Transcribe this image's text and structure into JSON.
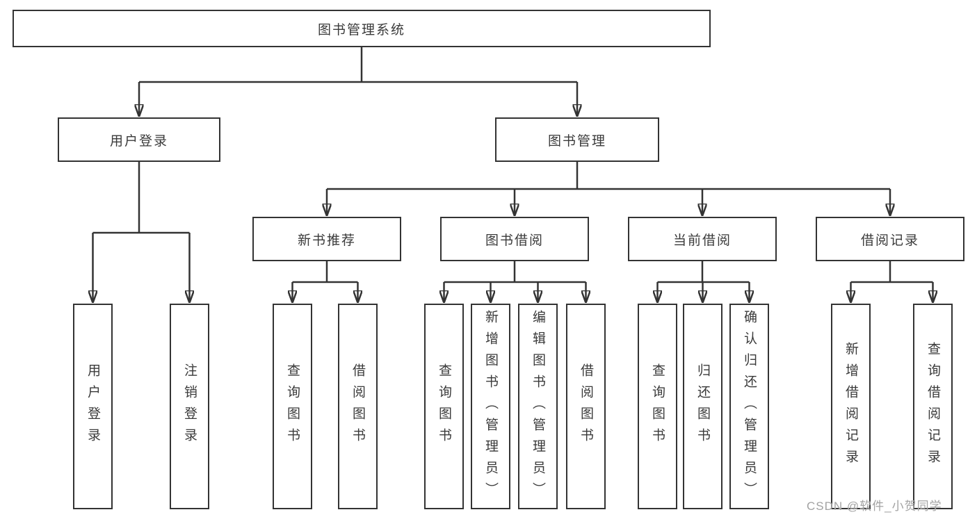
{
  "diagram": {
    "root": {
      "label": "图书管理系统",
      "children": [
        {
          "label": "用户登录",
          "children": [
            {
              "label": "用户登录"
            },
            {
              "label": "注销登录"
            }
          ]
        },
        {
          "label": "图书管理",
          "children": [
            {
              "label": "新书推荐",
              "children": [
                {
                  "label": "查询图书"
                },
                {
                  "label": "借阅图书"
                }
              ]
            },
            {
              "label": "图书借阅",
              "children": [
                {
                  "label": "查询图书"
                },
                {
                  "label": "新增图书（管理员）"
                },
                {
                  "label": "编辑图书（管理员）"
                },
                {
                  "label": "借阅图书"
                }
              ]
            },
            {
              "label": "当前借阅",
              "children": [
                {
                  "label": "查询图书"
                },
                {
                  "label": "归还图书"
                },
                {
                  "label": "确认归还（管理员）"
                }
              ]
            },
            {
              "label": "借阅记录",
              "children": [
                {
                  "label": "新增借阅记录"
                },
                {
                  "label": "查询借阅记录"
                }
              ]
            }
          ]
        }
      ]
    }
  },
  "watermark": {
    "text": "CSDN @软件_小贺同学"
  },
  "colors": {
    "line": "#333333",
    "box_border": "#333333",
    "text": "#3a3a3a",
    "watermark": "#a2a2a2",
    "background": "#ffffff"
  }
}
